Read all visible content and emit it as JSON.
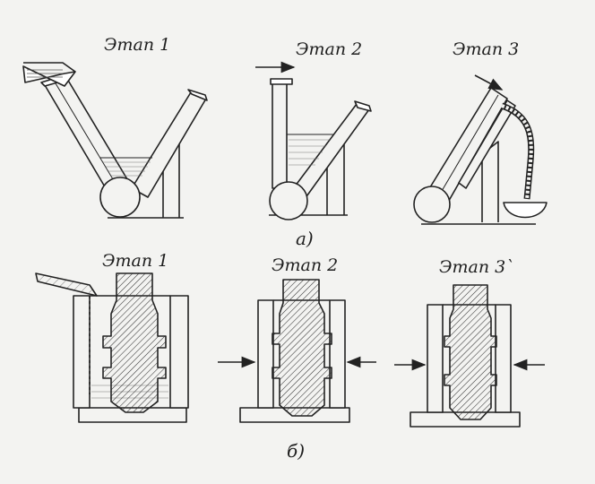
{
  "row_a": {
    "stage_1": "Этап 1",
    "stage_2": "Этап 2",
    "stage_3": "Этап 3",
    "caption": "а)"
  },
  "row_b": {
    "stage_1": "Этап 1",
    "stage_2": "Этап 2",
    "stage_3": "Этап 3`",
    "caption": "б)"
  }
}
